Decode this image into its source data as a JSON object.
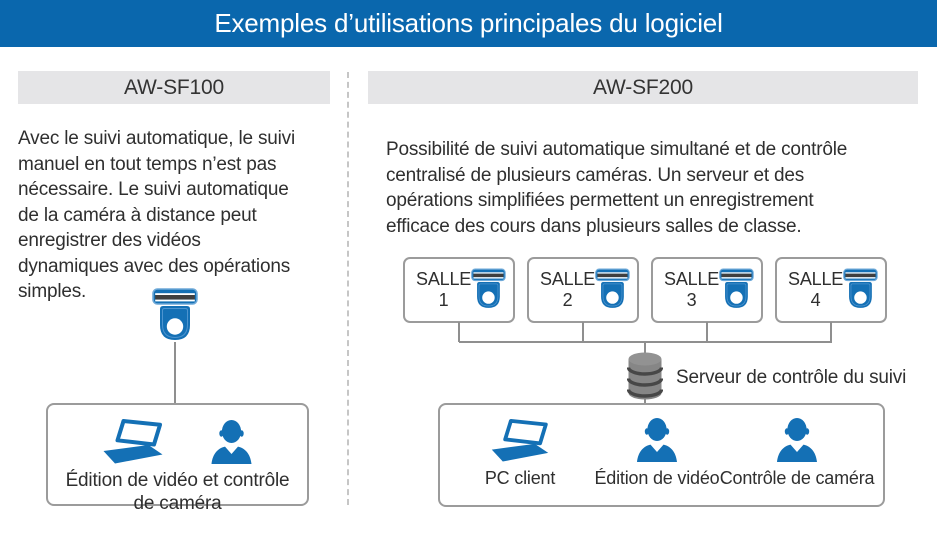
{
  "header": {
    "title": "Exemples d’utilisations principales du logiciel"
  },
  "sections": {
    "left": {
      "title": "AW-SF100",
      "description": "Avec le suivi automatique, le suivi\nmanuel en tout temps n’est pas\nnécessaire. Le suivi automatique\nde la caméra à distance peut\nenregistrer des vidéos\ndynamiques avec des opérations\nsimples.",
      "diagram": {
        "camera_icon": "ptz-camera-icon",
        "station_icons": [
          "laptop-icon",
          "person-icon"
        ],
        "station_label": "Édition de vidéo et contrôle\nde caméra"
      }
    },
    "right": {
      "title": "AW-SF200",
      "description": "Possibilité de suivi automatique simultané et de contrôle\ncentralisé de plusieurs caméras. Un serveur et des\nopérations simplifiées permettent un enregistrement\nefficace des cours dans plusieurs salles de classe.",
      "rooms": [
        {
          "label": "SALLE",
          "number": "1",
          "icon": "ptz-camera-icon"
        },
        {
          "label": "SALLE",
          "number": "2",
          "icon": "ptz-camera-icon"
        },
        {
          "label": "SALLE",
          "number": "3",
          "icon": "ptz-camera-icon"
        },
        {
          "label": "SALLE",
          "number": "4",
          "icon": "ptz-camera-icon"
        }
      ],
      "server": {
        "icon": "server-database-icon",
        "label": "Serveur de contrôle du suivi"
      },
      "clients": [
        {
          "icon": "laptop-icon",
          "label": "PC client"
        },
        {
          "icon": "person-icon",
          "label": "Édition de vidéo"
        },
        {
          "icon": "person-icon",
          "label": "Contrôle de caméra"
        }
      ]
    }
  },
  "colors": {
    "header_blue": "#0a67ad",
    "icon_blue": "#1470b5",
    "camera_band_dark": "#3f3f3f",
    "server_gray": "#8a8a8a",
    "section_header_gray": "#e5e5e7",
    "box_border_gray": "#9b9b9b",
    "connector_gray": "#8f8f8f",
    "text_dark": "#2f2f2f"
  }
}
